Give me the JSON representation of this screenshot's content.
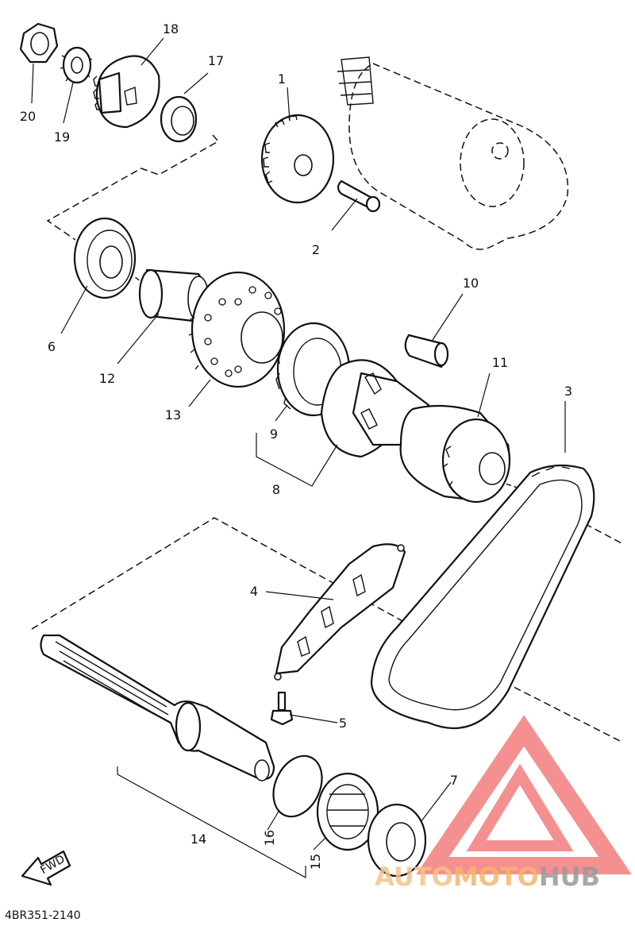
{
  "diagram": {
    "part_numbers": [
      "1",
      "2",
      "3",
      "4",
      "5",
      "6",
      "7",
      "8",
      "9",
      "10",
      "11",
      "12",
      "13",
      "14",
      "15",
      "16",
      "17",
      "18",
      "19",
      "20"
    ],
    "code": "4BR351-2140",
    "fwd_label": "FWD"
  },
  "watermark": {
    "auto": "AUTO",
    "moto": "MOTO",
    "hub": "HUB",
    "colors": {
      "triangle": "#f26b6b",
      "auto": "#f5c18a",
      "moto": "#f5b46e",
      "hub": "#9a9a9a"
    }
  }
}
